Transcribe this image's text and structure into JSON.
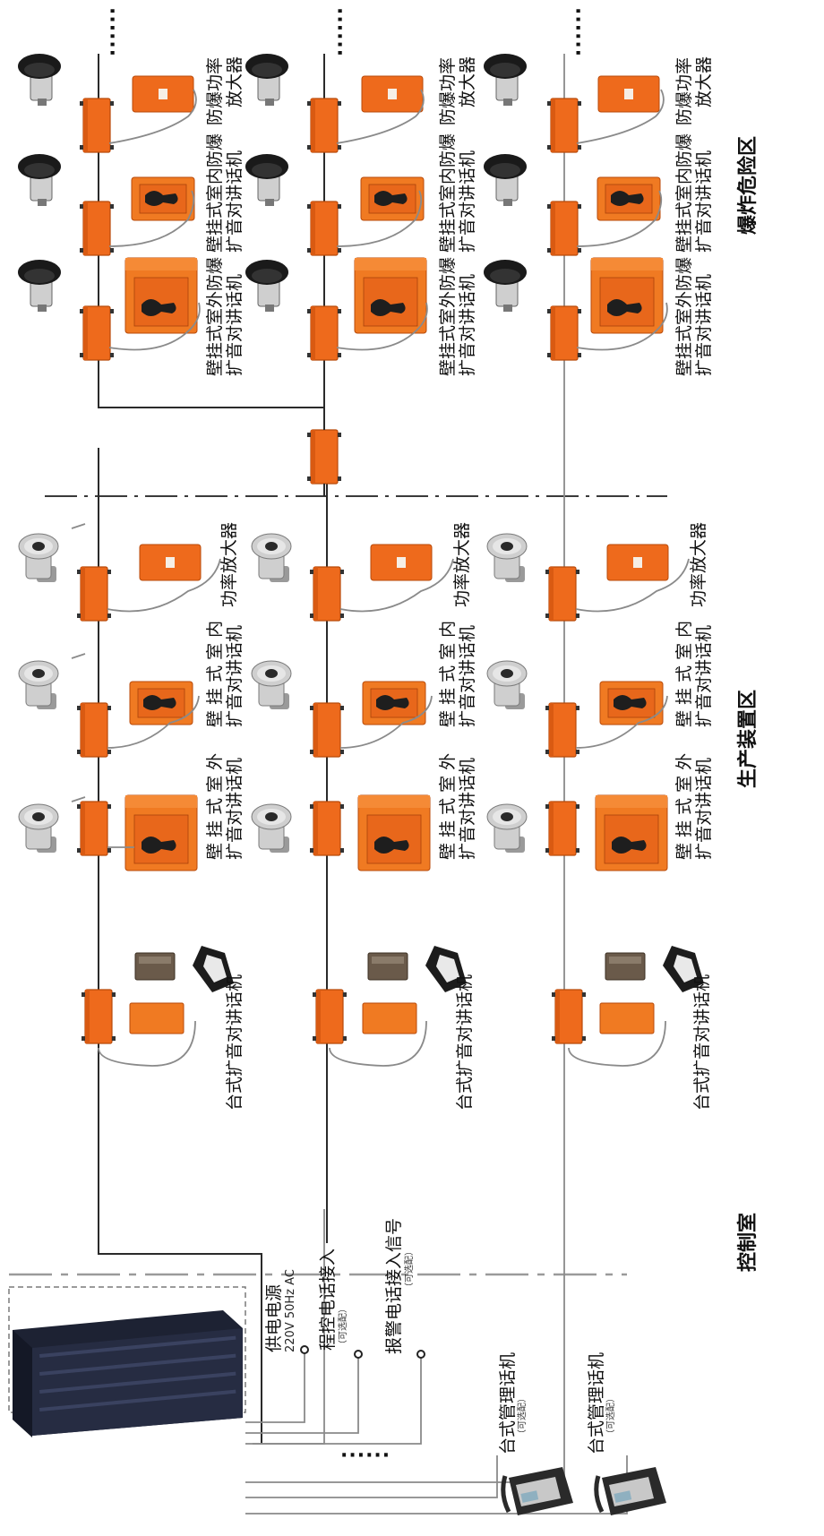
{
  "zones": {
    "control_room": "控制室",
    "production": "生产装置区",
    "explosion": "爆炸危险区"
  },
  "control": {
    "power_label": "供电电源",
    "power_spec": "220V 50Hz AC",
    "phone_in_label": "程控电话接入",
    "phone_in_opt": "（可选配）",
    "alarm_label": "报警电话接入信号",
    "alarm_opt": "（可选配）",
    "mgmt_phone_label": "台式管理话机",
    "mgmt_phone_opt": "（可选配）"
  },
  "devices": {
    "desk_intercom": "台式扩音对讲话机",
    "outdoor_wall_1": "壁 挂 式 室 外",
    "outdoor_wall_2": "扩音对讲话机",
    "indoor_wall_1": "壁 挂 式 室 内",
    "indoor_wall_2": "扩音对讲话机",
    "amplifier": "功率放大器",
    "ex_outdoor_1": "壁挂式室外防爆",
    "ex_outdoor_2": "扩音对讲话机",
    "ex_indoor_1": "壁挂式室内防爆",
    "ex_indoor_2": "扩音对讲话机",
    "ex_amp_1": "防爆功率",
    "ex_amp_2": "放大器"
  },
  "ellipsis": "······",
  "colors": {
    "accent_orange": "#ee6a1c",
    "wire": "#2a2a2a",
    "zone_divider": "#9a9a9a",
    "rack": "#1d2233"
  }
}
